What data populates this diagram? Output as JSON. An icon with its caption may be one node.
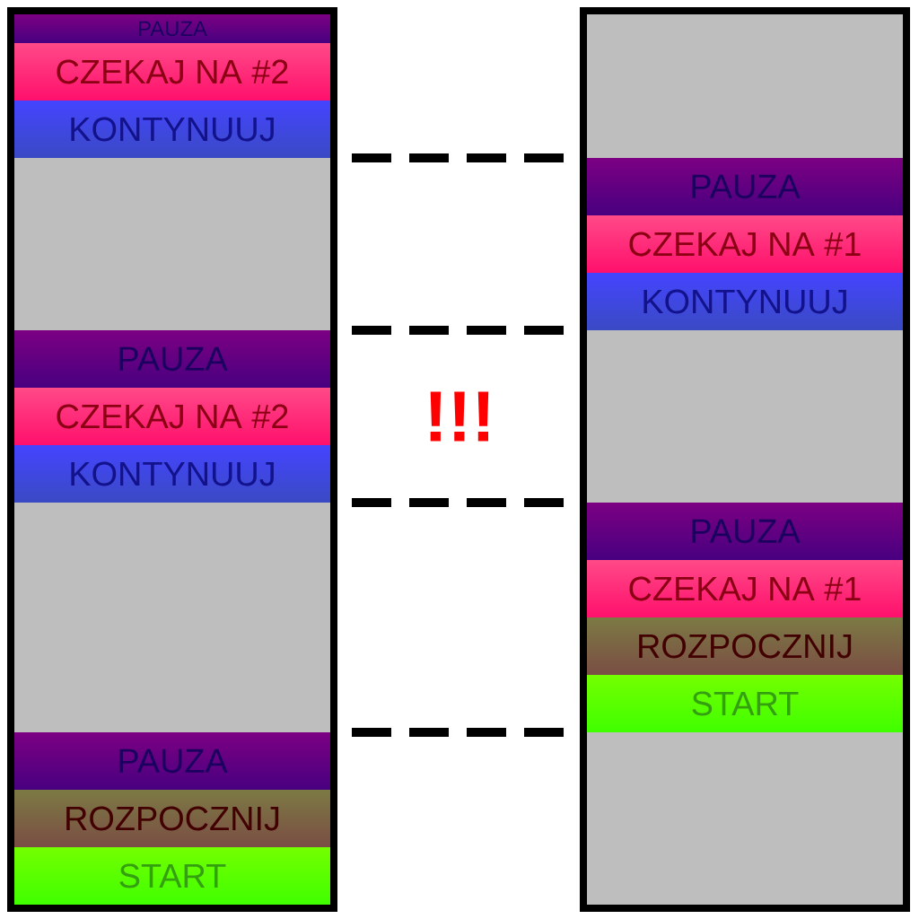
{
  "diagram": {
    "nodes": [
      {
        "text": [],
        "shape": "box"
      },
      {
        "text": [
          "PAUZA"
        ],
        "in": 0
      },
      {
        "text": [
          "CZEKAJ NA #2"
        ],
        "in": 0
      },
      {
        "text": [
          "KONTYNUUJ"
        ],
        "in": 0
      },
      {
        "text": [
          "PAUZA"
        ],
        "in": 0
      },
      {
        "text": [
          "CZEKAJ NA #2"
        ],
        "in": 0
      },
      {
        "text": [
          "KONTYNUUJ"
        ],
        "in": 0
      },
      {
        "text": [
          "PAUZA"
        ],
        "in": 0
      },
      {
        "text": [
          "ROZPOCZNIJ"
        ],
        "in": 0
      },
      {
        "text": [
          "START"
        ],
        "in": 0
      },
      {
        "text": [],
        "shape": "box"
      },
      {
        "text": [
          "PAUZA"
        ],
        "in": 10
      },
      {
        "text": [
          "CZEKAJ NA #1"
        ],
        "in": 10
      },
      {
        "text": [
          "KONTYNUUJ"
        ],
        "in": 10
      },
      {
        "text": [
          "PAUZA"
        ],
        "in": 10
      },
      {
        "text": [
          "CZEKAJ NA #1"
        ],
        "in": 10
      },
      {
        "text": [
          "ROZPOCZNIJ"
        ],
        "in": 10
      },
      {
        "text": [
          "START"
        ],
        "in": 10
      }
    ],
    "labels": [
      "!!!"
    ]
  }
}
